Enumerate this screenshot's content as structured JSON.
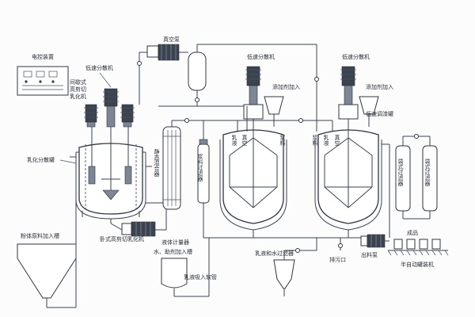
{
  "labels": {
    "control_device": "电控装置",
    "vacuum_pump": "真空泵",
    "low_speed_disperser_1": "低速分散机",
    "batch_high_shear": "间歇式",
    "batch_high_shear_2": "高剪切",
    "batch_high_shear_3": "乳化机",
    "emulsify_tank": "乳化分散罐",
    "static_mixer": "静态混合器",
    "slurry_filter": "浆料过滤器",
    "horizontal_shear": "卧式高剪切乳化机",
    "low_speed_disperser_2": "低速分散机",
    "low_speed_disperser_3": "低速分散机",
    "add_agent_1": "添加剂加入",
    "add_agent_2": "添加剂加入",
    "emulsion_in": "乳液",
    "vacuum_1": "真空",
    "slurry_in": "浆料",
    "slurry_in_2": "浆料",
    "emulsion_in_2": "乳液",
    "vacuum_2": "真空",
    "low_speed_tank": "低速调漆罐",
    "bag_filter_1": "袋式过滤器",
    "bag_filter_2": "袋式过滤器",
    "finished": "成品",
    "semi_auto_filler": "半自动罐装机",
    "discharge_pump": "出料泵",
    "drain": "排污口",
    "powder_tank": "粉体原料加入槽",
    "liquid_meter": "液体计量器",
    "water_aid": "水、助剂加入槽",
    "emulsion_hose": "乳液吸入软管",
    "emulsion_water_filter": "乳液和水过滤器"
  },
  "colors": {
    "line": "#3a4250",
    "motor": "#3b4350",
    "background": "#fcfcfd"
  },
  "icons": [
    "motor-icon",
    "valve-icon",
    "pump-icon",
    "bucket-icon"
  ]
}
